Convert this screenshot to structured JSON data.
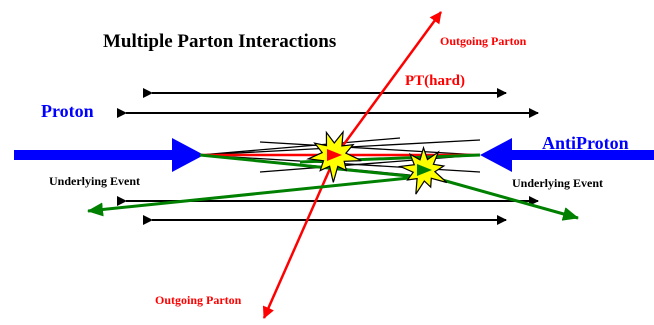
{
  "title": "Multiple Parton Interactions",
  "labels": {
    "proton": "Proton",
    "antiproton": "AntiProton",
    "underlying_event_left": "Underlying Event",
    "underlying_event_right": "Underlying Event",
    "pt_hard": "PT(hard)",
    "outgoing_parton_top": "Outgoing Parton",
    "outgoing_parton_bottom": "Outgoing Parton"
  },
  "colors": {
    "beam": "#0000ff",
    "hard_scatter": "#ff0000",
    "second_interaction": "#008000",
    "underlying_event": "#000000",
    "collision_fill": "#ffff00",
    "collision_outline": "#000000"
  }
}
